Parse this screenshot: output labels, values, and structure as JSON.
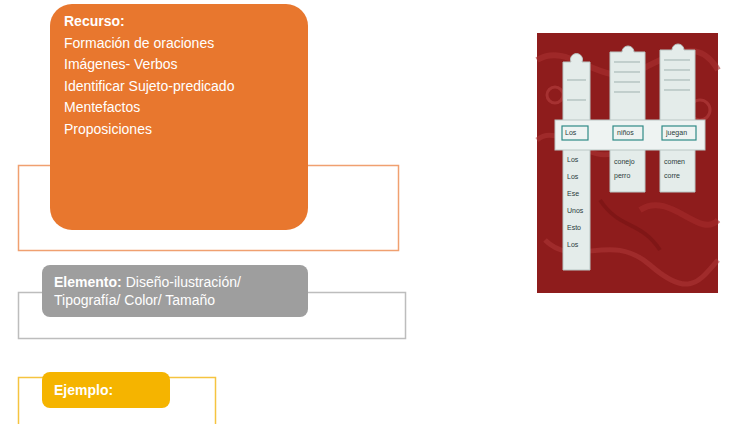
{
  "diagram": {
    "nodes": [
      {
        "text": [
          "Recurso:",
          "Formación de oraciones",
          "Imágenes- Verbos",
          "Identificar Sujeto-predicado",
          "Mentefactos",
          "Proposiciones"
        ]
      },
      {
        "text": [
          "Elemento:",
          "Diseño-ilustración/ Tipografía/ Color/ Tamaño"
        ]
      },
      {
        "text": [
          "Ejemplo:"
        ]
      }
    ],
    "labels": [
      "Los",
      "niños",
      "juegan",
      "Los",
      "Los",
      "Ese",
      "Unos",
      "Esto",
      "Los",
      "conejo",
      "perro",
      "comen",
      "corre"
    ]
  }
}
